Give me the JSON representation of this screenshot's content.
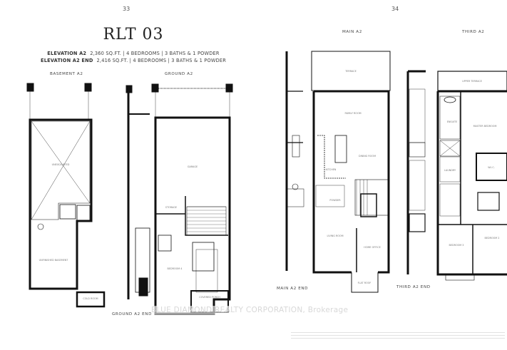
{
  "page_left": {
    "page_number": "33",
    "title": "RLT 03",
    "specs": [
      {
        "elevation": "ELEVATION A2",
        "details": "2,360 SQ.FT.  |  4 BEDROOMS  |  3 BATHS & 1 POWDER"
      },
      {
        "elevation": "ELEVATION A2 END",
        "details": "2,416 SQ.FT.  |  4 BEDROOMS  |  3 BATHS & 1 POWDER"
      }
    ],
    "plan_labels": {
      "basement": "BASEMENT A2",
      "ground": "GROUND A2",
      "ground_end": "GROUND A2 END"
    },
    "rooms": {
      "unexcavated": "UNEXCAVATED",
      "basement": "UNFINISHED BASEMENT",
      "garage": "GARAGE",
      "storage": "STORAGE",
      "bedroom4": "BEDROOM 4",
      "porch": "COVERED PORCH",
      "cold_room": "COLD ROOM"
    }
  },
  "page_right": {
    "page_number": "34",
    "plan_labels": {
      "main": "MAIN A2",
      "third": "THIRD A2",
      "main_end": "MAIN A2 END",
      "third_end": "THIRD A2 END"
    },
    "rooms": {
      "terrace": "TERRACE",
      "family": "FAMILY ROOM",
      "dining": "DINING ROOM",
      "kitchen": "KITCHEN",
      "powder": "POWDER",
      "living": "LIVING ROOM",
      "office": "HOME OFFICE",
      "flat_roof": "FLAT ROOF",
      "upper_terrace": "UPPER TERRACE",
      "master": "MASTER BEDROOM",
      "ensuite": "ENSUITE",
      "laundry": "LAUNDRY",
      "wic": "W.I.C.",
      "bedroom2": "BEDROOM 2",
      "bedroom3": "BEDROOM 3"
    }
  },
  "watermark": "BLUE DIAMOND REALTY CORPORATION, Brokerage"
}
